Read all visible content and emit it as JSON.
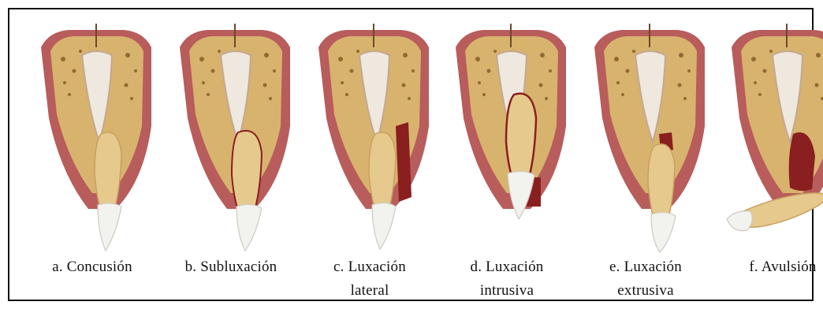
{
  "panels": [
    {
      "label_line1": "a. Concusión",
      "label_line2": ""
    },
    {
      "label_line1": "b. Subluxación",
      "label_line2": ""
    },
    {
      "label_line1": "c. Luxación",
      "label_line2": "lateral"
    },
    {
      "label_line1": "d. Luxación",
      "label_line2": "intrusiva"
    },
    {
      "label_line1": "e. Luxación",
      "label_line2": "extrusiva"
    },
    {
      "label_line1": "f. Avulsión",
      "label_line2": ""
    }
  ],
  "colors": {
    "gum": "#b85c5c",
    "gum_dark": "#8e3636",
    "bone": "#d8b36e",
    "bone_spots": "#7a5220",
    "pulp_space": "#efe8de",
    "root": "#e6c98c",
    "crown": "#f2f2ef",
    "blood": "#8a1f1f"
  }
}
